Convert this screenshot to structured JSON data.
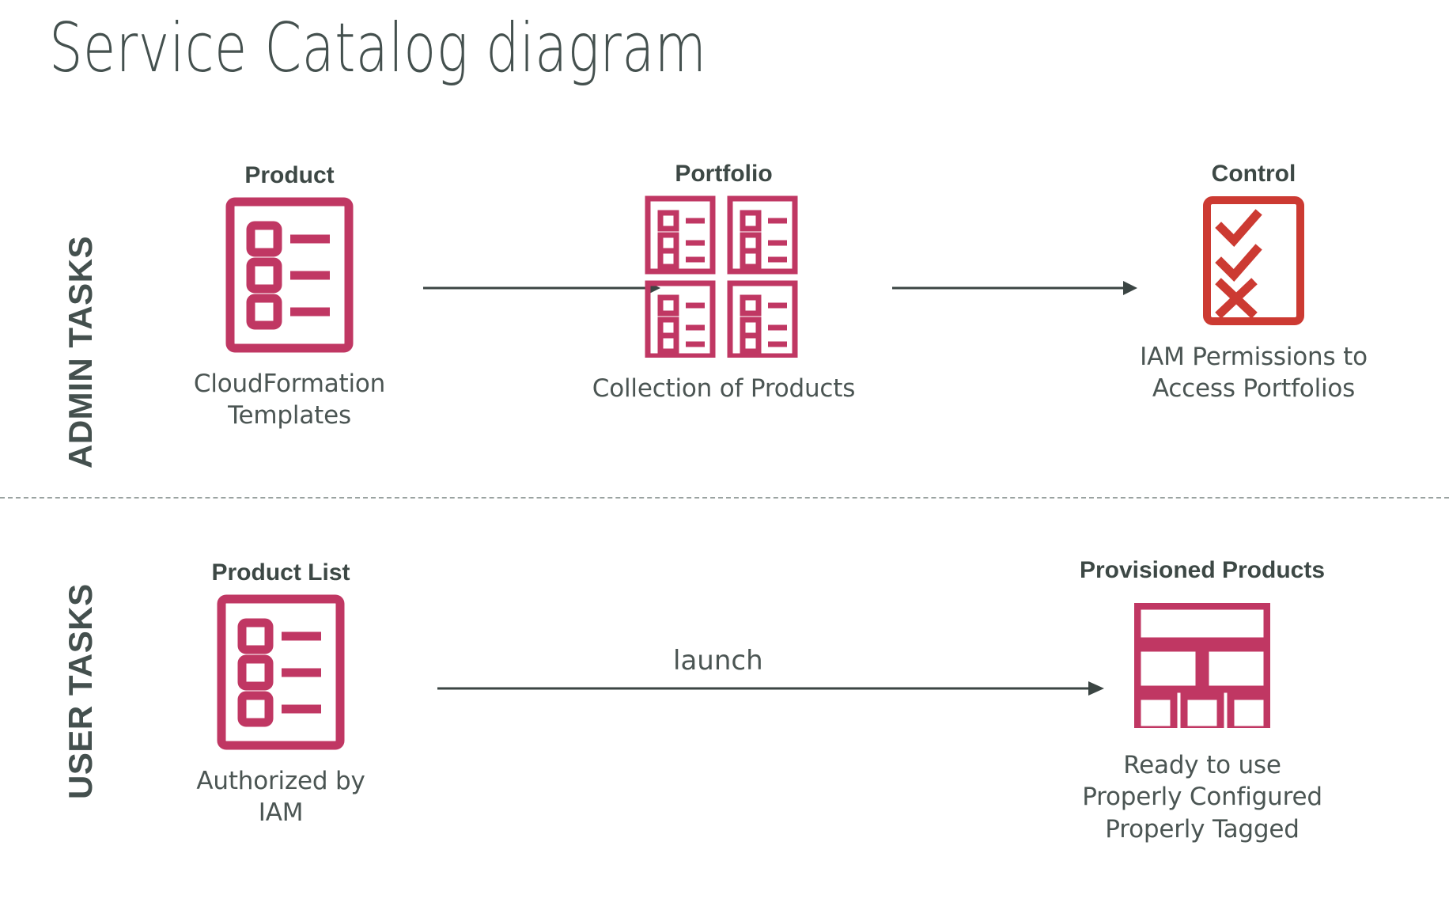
{
  "page": {
    "title": "Service Catalog diagram",
    "background": "#ffffff",
    "colors": {
      "text_dark": "#44504e",
      "accent_magenta": "#C03763",
      "accent_red": "#CC3A32",
      "arrow": "#3b4543",
      "divider": "#9aa3a1"
    }
  },
  "bands": [
    {
      "id": "admin",
      "label": "ADMIN TASKS"
    },
    {
      "id": "user",
      "label": "USER TASKS"
    }
  ],
  "admin_row": {
    "nodes": [
      {
        "id": "product",
        "title": "Product",
        "caption": "CloudFormation\nTemplates",
        "caption_line1": "CloudFormation",
        "caption_line2": "Templates",
        "icon": "document-list-icon",
        "icon_color": "#C03763"
      },
      {
        "id": "portfolio",
        "title": "Portfolio",
        "caption": "Collection of Products",
        "icon": "portfolio-grid-icon",
        "icon_color": "#C03763",
        "card_count": 4,
        "rows_per_card": 3
      },
      {
        "id": "control",
        "title": "Control",
        "caption_line1": "IAM Permissions to",
        "caption_line2": "Access Portfolios",
        "icon": "checklist-icon",
        "icon_color": "#CC3A32",
        "marks": [
          "check",
          "check",
          "cross"
        ]
      }
    ],
    "arrows": [
      {
        "id": "product-to-portfolio",
        "label": ""
      },
      {
        "id": "portfolio-to-control",
        "label": ""
      }
    ]
  },
  "user_row": {
    "nodes": [
      {
        "id": "product-list",
        "title": "Product List",
        "caption": "Authorized by IAM",
        "icon": "document-list-icon",
        "icon_color": "#C03763"
      },
      {
        "id": "provisioned-products",
        "title": "Provisioned Products",
        "caption_line1": "Ready to use",
        "caption_line2": "Properly Configured",
        "caption_line3": "Properly Tagged",
        "icon": "layout-blocks-icon",
        "icon_color": "#C03763"
      }
    ],
    "arrows": [
      {
        "id": "launch-arrow",
        "label": "launch"
      }
    ]
  }
}
